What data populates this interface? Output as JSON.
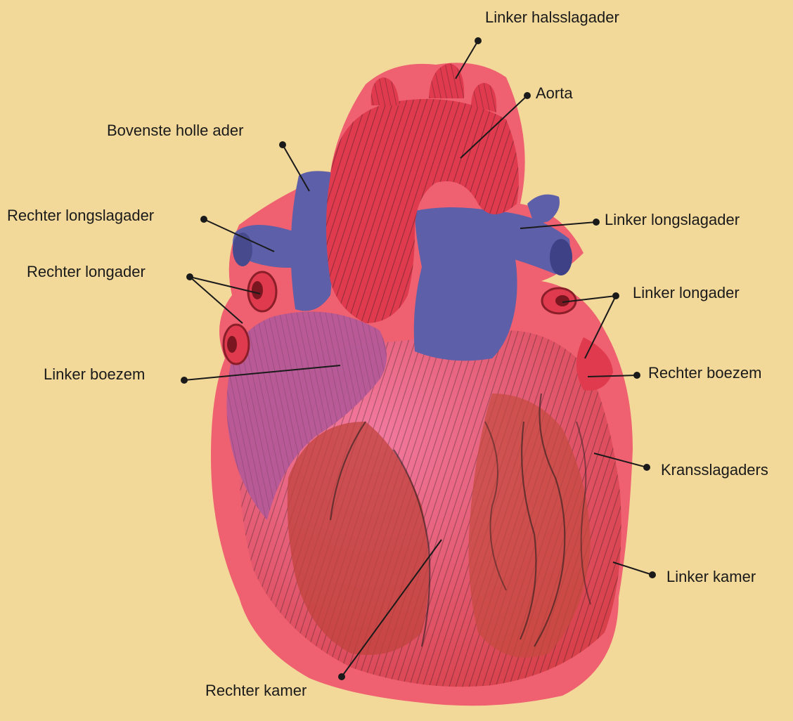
{
  "labels": {
    "linker_halsslagader": "Linker halsslagader",
    "aorta": "Aorta",
    "bovenste_holle_ader": "Bovenste holle ader",
    "rechter_longslagader": "Rechter longslagader",
    "linker_longslagader": "Linker longslagader",
    "rechter_longader": "Rechter longader",
    "linker_longader": "Linker longader",
    "linker_boezem": "Linker boezem",
    "rechter_boezem": "Rechter boezem",
    "kransslagaders": "Kransslagaders",
    "linker_kamer": "Linker kamer",
    "rechter_kamer": "Rechter kamer"
  },
  "colors": {
    "background": "#f2d99a",
    "halo": "#ee4a68",
    "vessel_red": "#e03a4e",
    "vein_blue": "#5d5fa8",
    "atrium_purple": "#b55a98",
    "ventricle_red": "#c94a42",
    "ink": "#1a1a1a"
  }
}
